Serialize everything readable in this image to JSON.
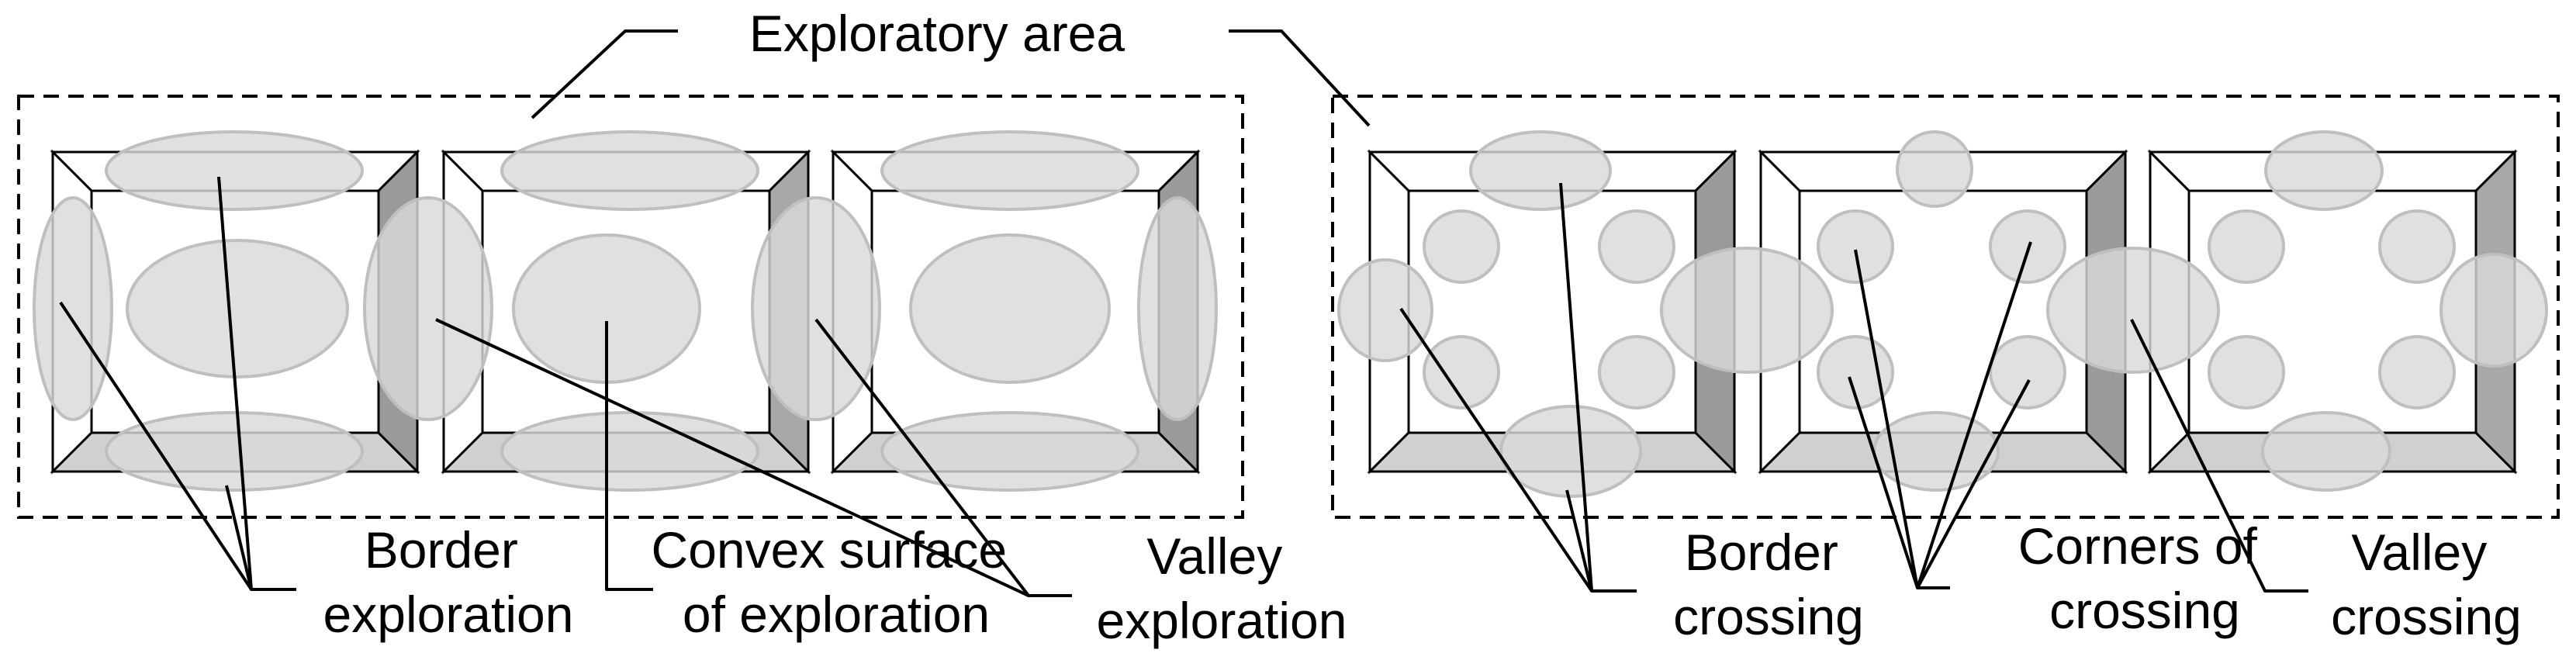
{
  "title": "Exploratory area",
  "labels": {
    "border_exploration": [
      "Border",
      "exploration"
    ],
    "convex_surface": [
      "Convex surface",
      "of exploration"
    ],
    "valley_exploration": [
      "Valley",
      "exploration"
    ],
    "border_crossing": [
      "Border",
      "crossing"
    ],
    "corners_crossing": [
      "Corners of",
      "crossing"
    ],
    "valley_crossing": [
      "Valley",
      "crossing"
    ]
  },
  "colors": {
    "ellipse_fill": "#d9d9d9",
    "ellipse_stroke": "#bfbfbf",
    "bevel_light": "#ffffff",
    "bevel_mid": "#d0d0d0",
    "bevel_dark": "#9a9a9a",
    "line": "#000000"
  }
}
